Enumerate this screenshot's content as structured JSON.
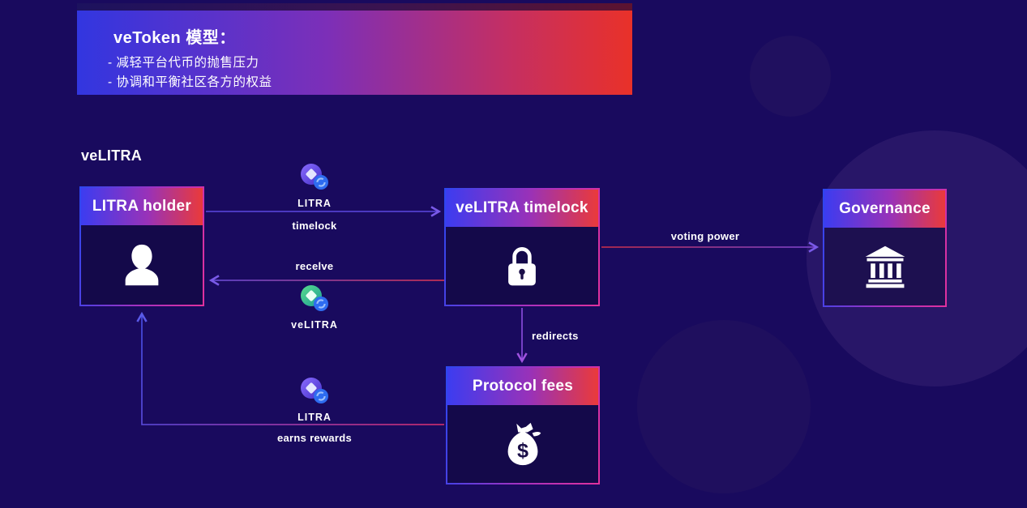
{
  "banner": {
    "title": "veToken 模型：",
    "bullets": [
      "- 减轻平台代币的抛售压力",
      "- 协调和平衡社区各方的权益"
    ]
  },
  "section_title": "veLITRA",
  "nodes": {
    "litra_holder": {
      "label": "LITRA holder",
      "icon": "person"
    },
    "velitra_timelock": {
      "label": "veLITRA timelock",
      "icon": "lock"
    },
    "governance": {
      "label": "Governance",
      "icon": "bank"
    },
    "protocol_fees": {
      "label": "Protocol fees",
      "icon": "money-bag"
    }
  },
  "edges": {
    "timelock": {
      "label": "timelock",
      "from": "litra_holder",
      "to": "velitra_timelock"
    },
    "receive": {
      "label": "recelve",
      "from": "velitra_timelock",
      "to": "litra_holder"
    },
    "voting_power": {
      "label": "voting power",
      "from": "velitra_timelock",
      "to": "governance"
    },
    "redirects": {
      "label": "redirects",
      "from": "velitra_timelock",
      "to": "protocol_fees"
    },
    "earns_rewards": {
      "label": "earns rewards",
      "from": "protocol_fees",
      "to": "litra_holder"
    }
  },
  "tokens": {
    "litra_top": {
      "label": "LITRA"
    },
    "velitra": {
      "label": "veLITRA"
    },
    "litra_bottom": {
      "label": "LITRA"
    }
  },
  "icons": {
    "dollar": "$"
  },
  "colors": {
    "background": "#190a5e",
    "banner_blue": "#3236e0",
    "banner_red": "#e93129",
    "header_blue": "#3c3cf0",
    "header_red": "#ea3a3a",
    "edge_purple": "#6a50e0",
    "edge_pink": "#e0316e",
    "litra_coin": "#5b46d8",
    "velitra_coin": "#2fb894",
    "token_badge_blue": "#2e6cf0"
  }
}
